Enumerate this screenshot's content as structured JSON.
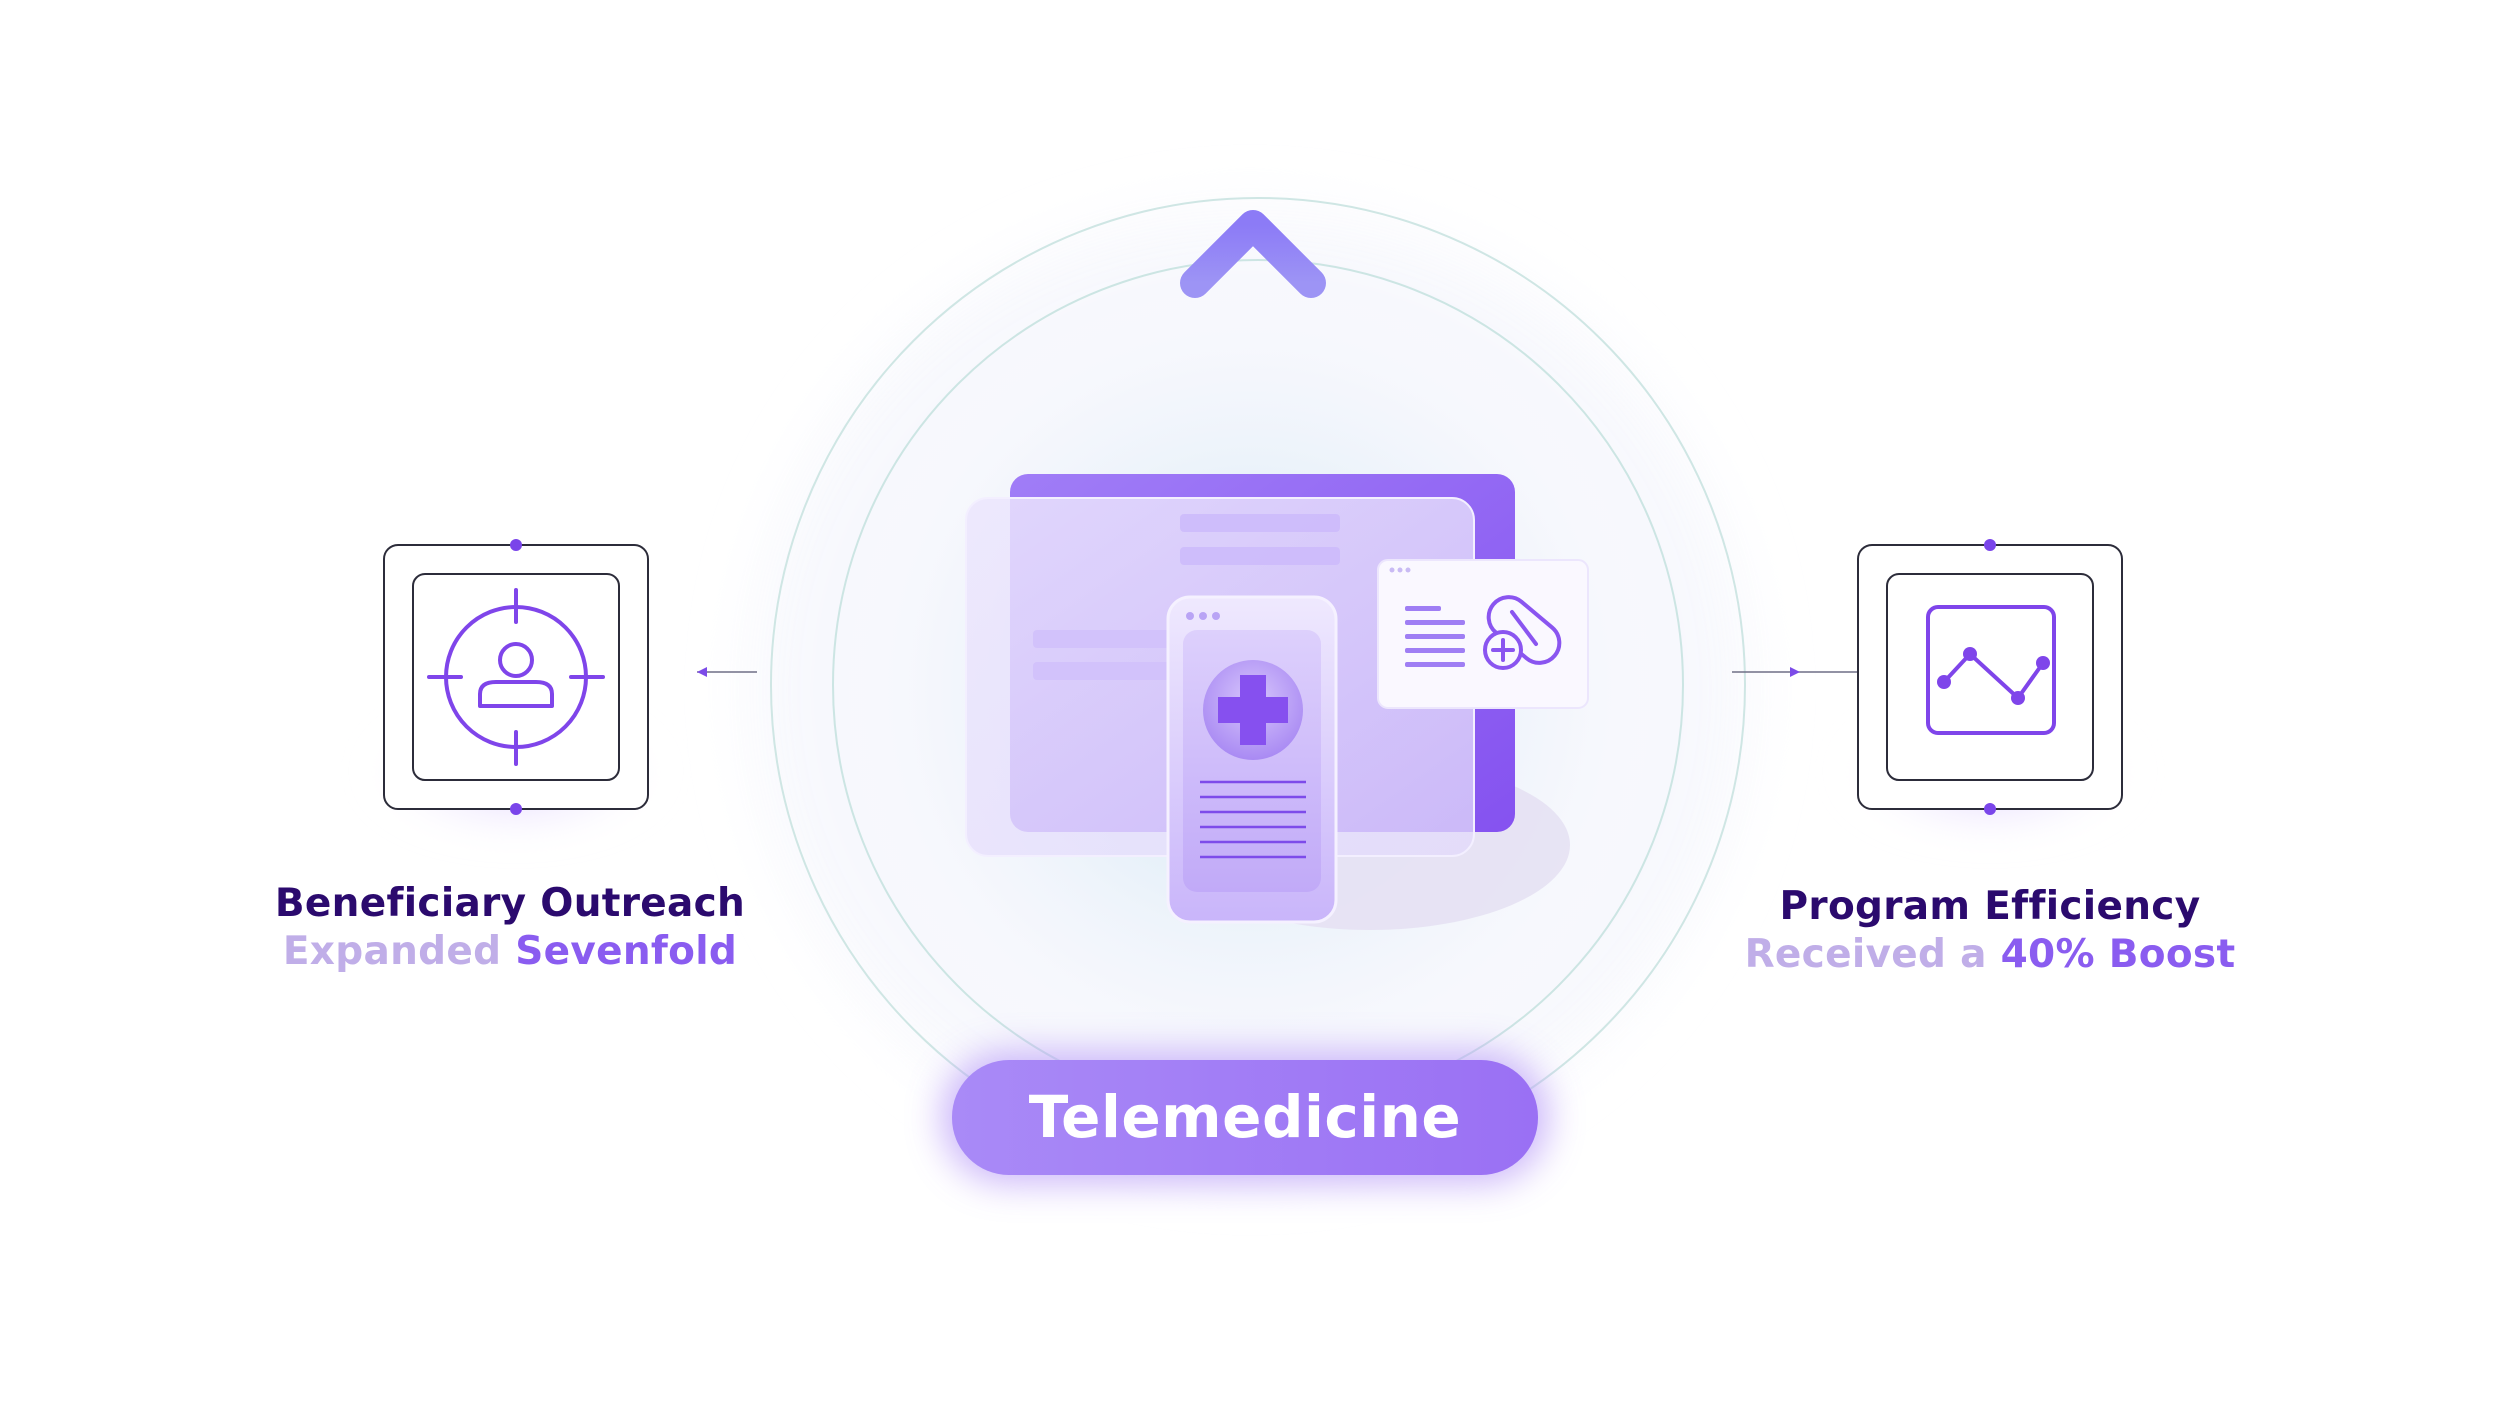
{
  "left_metric": {
    "line1": "Beneficiary Outreach",
    "line2_soft": "Expanded",
    "line2_strong": "Sevenfold"
  },
  "right_metric": {
    "line1": "Program Efficiency",
    "line2_soft": "Received a",
    "line2_strong": "40% Boost"
  },
  "center_label": "Telemedicine",
  "icons": {
    "left": "target-person-icon",
    "right": "line-chart-icon",
    "center": "telemedicine-devices-icon",
    "top": "up-arrow-icon"
  },
  "colors": {
    "accent": "#8b5cf6",
    "accent_light": "#c4b5fd",
    "dark_text": "#2b0a6e",
    "soft_text": "#c0aee8",
    "strong_text": "#8a5cf0",
    "arrow": "#8f7cf5",
    "ring": "#bfe3de"
  }
}
